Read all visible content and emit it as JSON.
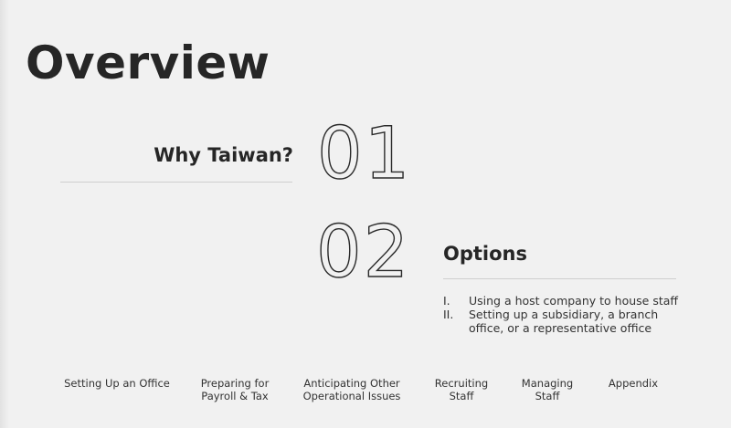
{
  "page": {
    "title": "Overview",
    "sections": [
      {
        "number": "01",
        "label": "Why Taiwan?"
      },
      {
        "number": "02",
        "label": "Options"
      }
    ],
    "options": [
      {
        "marker": "I.",
        "text": "Using a host company to house staff"
      },
      {
        "marker": "II.",
        "text": "Setting up a subsidiary, a branch office, or a representative office"
      }
    ]
  },
  "nav": [
    {
      "label": "Setting Up an Office"
    },
    {
      "label": "Preparing for\nPayroll & Tax"
    },
    {
      "label": "Anticipating Other\nOperational Issues"
    },
    {
      "label": "Recruiting\nStaff"
    },
    {
      "label": "Managing\nStaff"
    },
    {
      "label": "Appendix"
    }
  ],
  "colors": {
    "background": "#f1f1f1",
    "text": "#262626",
    "rule": "#cfcfcf"
  }
}
